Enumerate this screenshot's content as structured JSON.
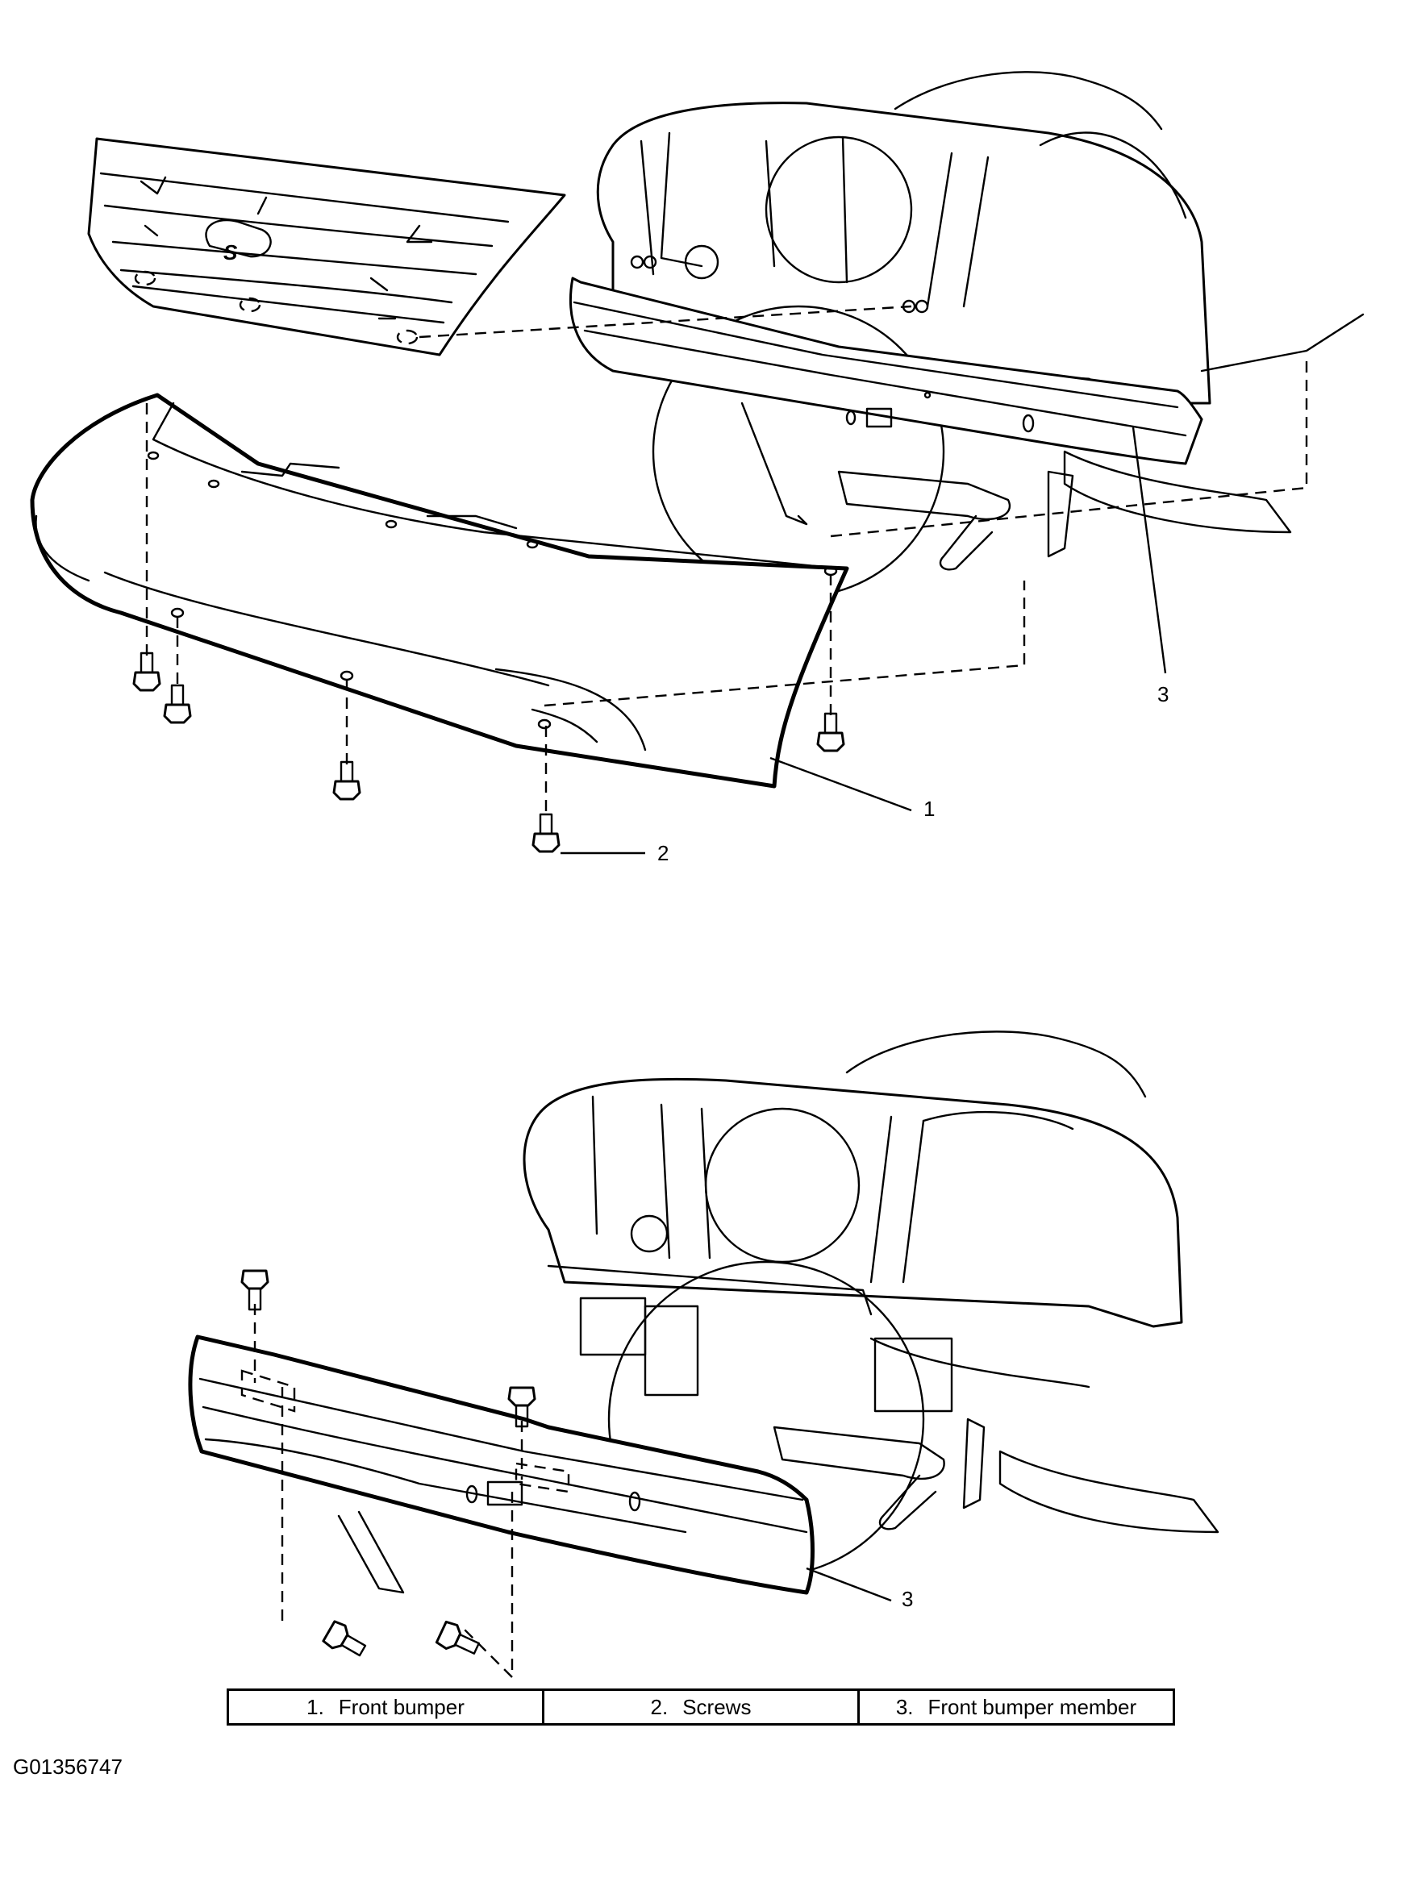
{
  "figure_id": "G01356747",
  "logo_letter": "S",
  "legend": [
    {
      "number": "1.",
      "label": "Front bumper"
    },
    {
      "number": "2.",
      "label": "Screws"
    },
    {
      "number": "3.",
      "label": "Front bumper member"
    }
  ],
  "callouts": {
    "top_front_bumper": "1",
    "top_screw": "2",
    "top_bumper_member": "3",
    "bottom_bumper_member": "3"
  }
}
